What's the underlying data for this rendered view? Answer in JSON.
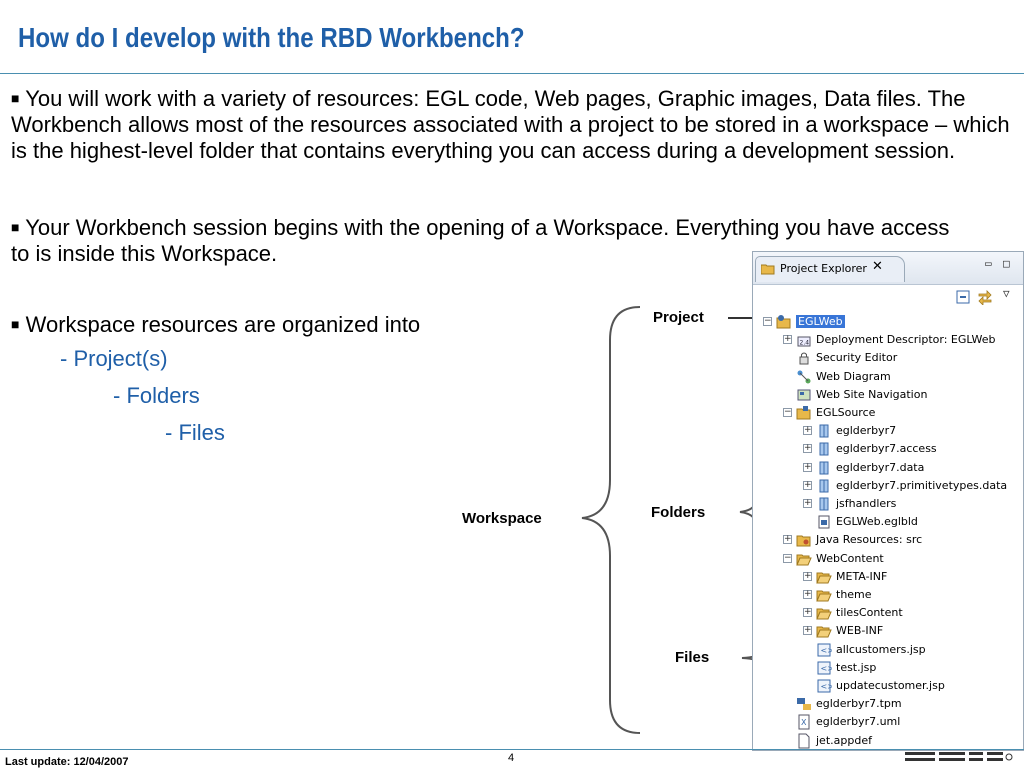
{
  "title": "How do I develop with the RBD Workbench?",
  "bullets": [
    "You will work with a variety of resources: EGL code, Web pages, Graphic images, Data files.  The Workbench allows most of the resources associated with a project to be stored in a workspace – which is the highest-level folder that contains everything you can access during a development session.",
    "Your Workbench session begins with the opening of a Workspace.  Everything you have access to is inside this Workspace.",
    "Workspace resources are organized into"
  ],
  "hierarchy": [
    "- Project(s)",
    "- Folders",
    "- Files"
  ],
  "labels": {
    "project": "Project",
    "workspace": "Workspace",
    "folders": "Folders",
    "files": "Files"
  },
  "explorer": {
    "tab_label": "Project Explorer",
    "close_glyph": "✕",
    "minimize_glyph": "▭",
    "maximize_glyph": "□",
    "menu_glyph": "▽",
    "tree": [
      {
        "label": "EGLWeb",
        "depth": 0,
        "expander": "−",
        "icon": "project-icon",
        "selected": true
      },
      {
        "label": "Deployment Descriptor: EGLWeb",
        "depth": 1,
        "expander": "+",
        "icon": "descriptor-icon"
      },
      {
        "label": "Security Editor",
        "depth": 1,
        "expander": "",
        "icon": "security-icon"
      },
      {
        "label": "Web Diagram",
        "depth": 1,
        "expander": "",
        "icon": "diagram-icon"
      },
      {
        "label": "Web Site Navigation",
        "depth": 1,
        "expander": "",
        "icon": "navigation-icon"
      },
      {
        "label": "EGLSource",
        "depth": 1,
        "expander": "−",
        "icon": "source-folder-icon"
      },
      {
        "label": "eglderbyr7",
        "depth": 2,
        "expander": "+",
        "icon": "package-icon"
      },
      {
        "label": "eglderbyr7.access",
        "depth": 2,
        "expander": "+",
        "icon": "package-icon"
      },
      {
        "label": "eglderbyr7.data",
        "depth": 2,
        "expander": "+",
        "icon": "package-icon"
      },
      {
        "label": "eglderbyr7.primitivetypes.data",
        "depth": 2,
        "expander": "+",
        "icon": "package-icon"
      },
      {
        "label": "jsfhandlers",
        "depth": 2,
        "expander": "+",
        "icon": "package-icon"
      },
      {
        "label": "EGLWeb.eglbld",
        "depth": 2,
        "expander": "",
        "icon": "build-file-icon"
      },
      {
        "label": "Java Resources: src",
        "depth": 1,
        "expander": "+",
        "icon": "java-resources-icon"
      },
      {
        "label": "WebContent",
        "depth": 1,
        "expander": "−",
        "icon": "folder-open-icon"
      },
      {
        "label": "META-INF",
        "depth": 2,
        "expander": "+",
        "icon": "folder-icon"
      },
      {
        "label": "theme",
        "depth": 2,
        "expander": "+",
        "icon": "folder-icon"
      },
      {
        "label": "tilesContent",
        "depth": 2,
        "expander": "+",
        "icon": "folder-icon"
      },
      {
        "label": "WEB-INF",
        "depth": 2,
        "expander": "+",
        "icon": "folder-icon"
      },
      {
        "label": "allcustomers.jsp",
        "depth": 2,
        "expander": "",
        "icon": "jsp-file-icon"
      },
      {
        "label": "test.jsp",
        "depth": 2,
        "expander": "",
        "icon": "jsp-file-icon"
      },
      {
        "label": "updatecustomer.jsp",
        "depth": 2,
        "expander": "",
        "icon": "jsp-file-icon"
      },
      {
        "label": "eglderbyr7.tpm",
        "depth": 1,
        "expander": "",
        "icon": "tpm-file-icon"
      },
      {
        "label": "eglderbyr7.uml",
        "depth": 1,
        "expander": "",
        "icon": "uml-file-icon"
      },
      {
        "label": "jet.appdef",
        "depth": 1,
        "expander": "",
        "icon": "file-icon"
      }
    ]
  },
  "footer": {
    "last_update": "Last update: 12/04/2007",
    "page_number": "4"
  },
  "colors": {
    "title": "#1f5fa8",
    "accent_rule": "#4a8fb0",
    "selection": "#3875d7",
    "folder": "#e8b84a"
  }
}
